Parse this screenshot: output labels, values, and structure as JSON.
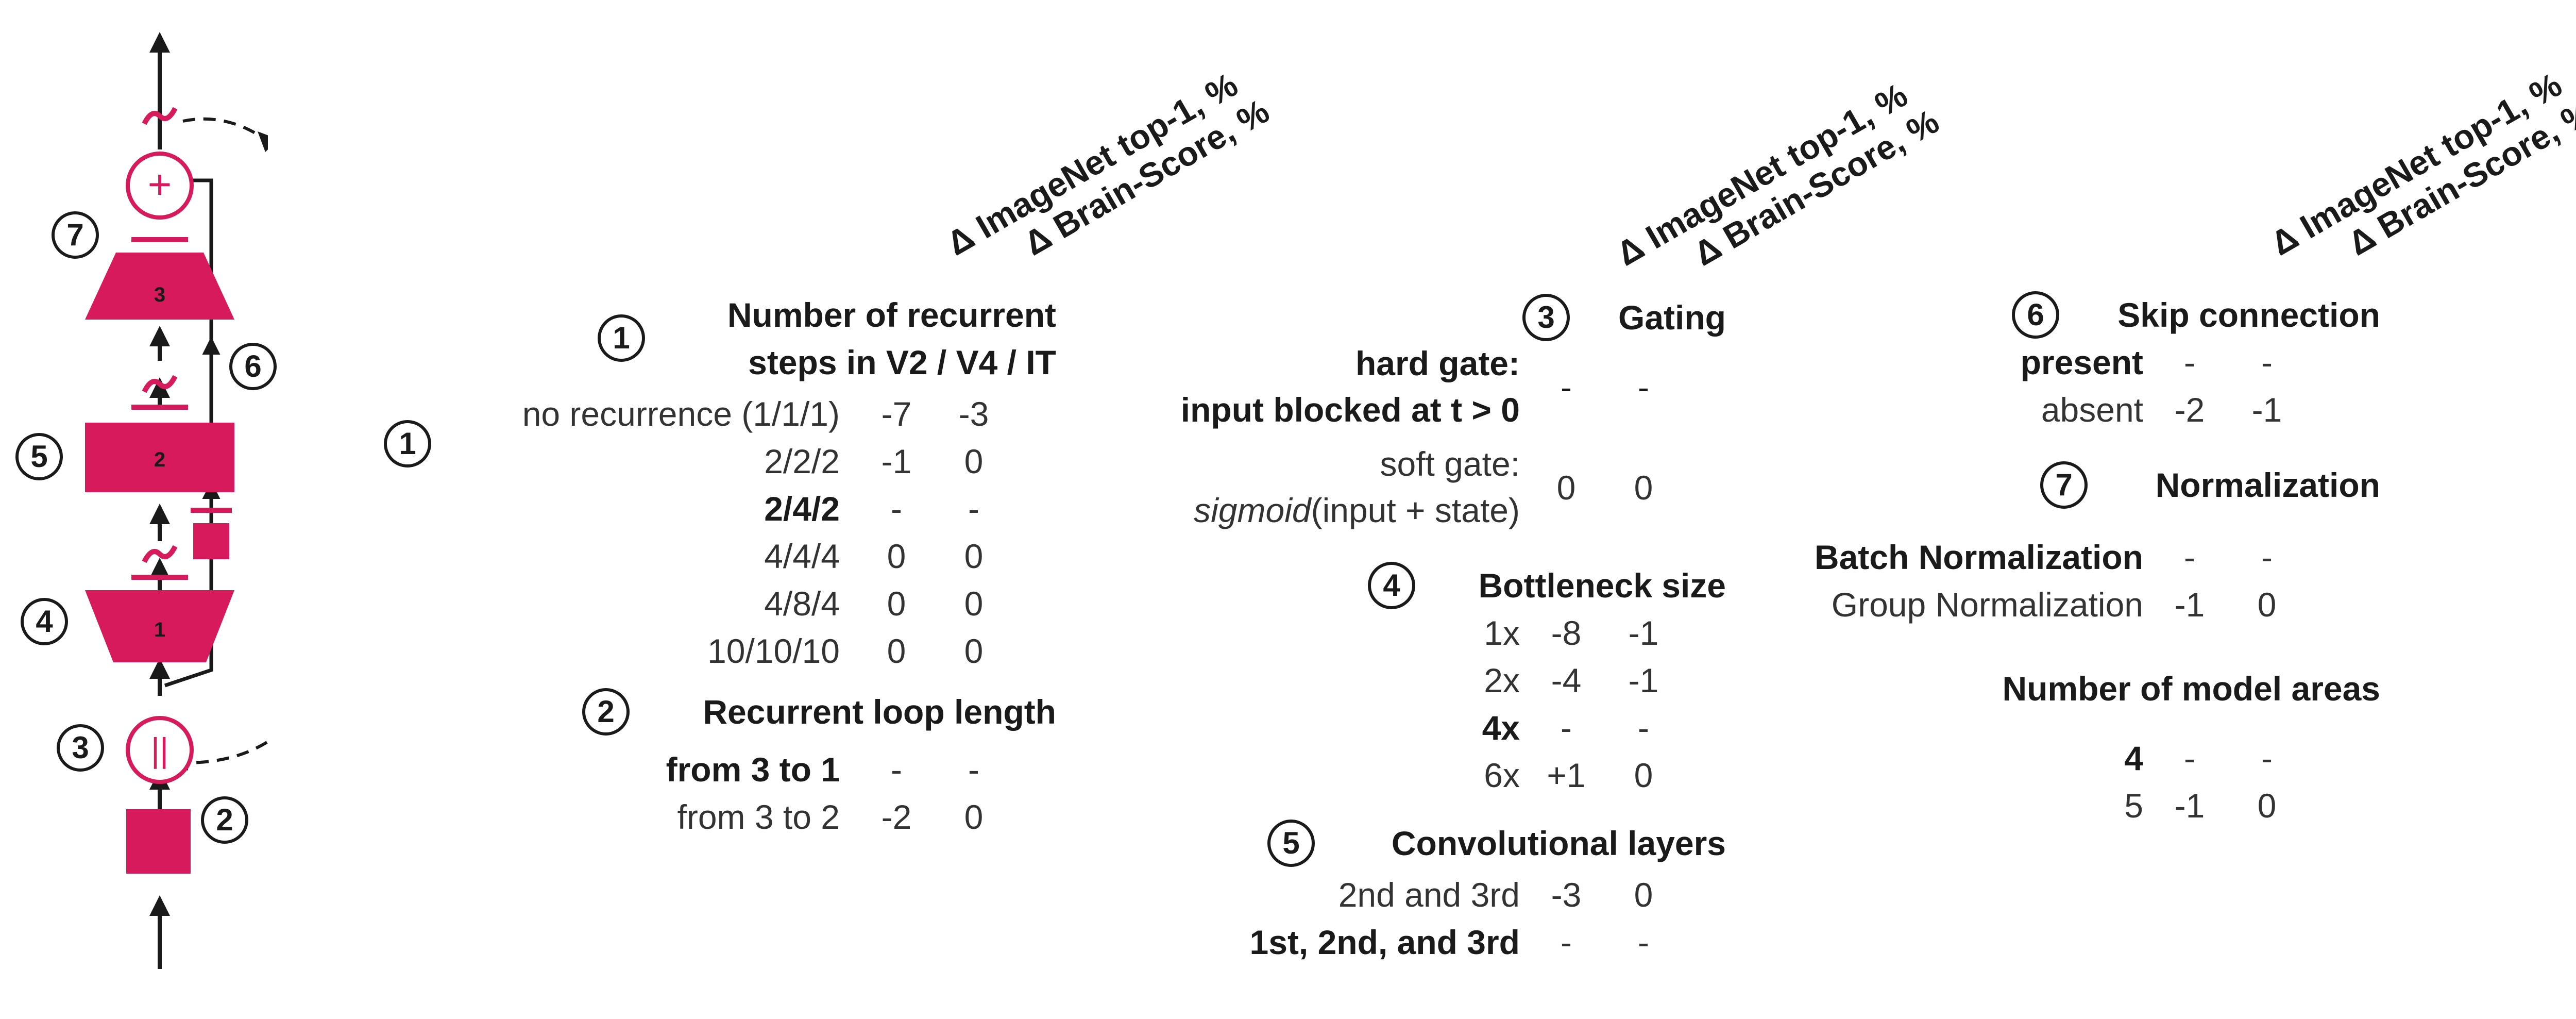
{
  "colors": {
    "accent": "#d61a5c",
    "ink": "#1a1a1a",
    "text": "#333333"
  },
  "headers": {
    "imagenet": "Δ ImageNet top-1, %",
    "brainscore": "Δ Brain-Score, %"
  },
  "diagram": {
    "markers": [
      "1",
      "2",
      "3",
      "4",
      "5",
      "6",
      "7"
    ],
    "blocks": [
      "1",
      "2",
      "3"
    ],
    "ops": {
      "sum": "+",
      "gate": "||"
    }
  },
  "sections": [
    {
      "num": "1",
      "title_line1": "Number of recurrent",
      "title_line2": "steps in V2 / V4 / IT",
      "rows": [
        {
          "label": "no recurrence (1/1/1)",
          "imagenet": "-7",
          "brainscore": "-3"
        },
        {
          "label": "2/2/2",
          "imagenet": "-1",
          "brainscore": "0"
        },
        {
          "label": "2/4/2",
          "imagenet": "-",
          "brainscore": "-"
        },
        {
          "label": "4/4/4",
          "imagenet": "0",
          "brainscore": "0"
        },
        {
          "label": "4/8/4",
          "imagenet": "0",
          "brainscore": "0"
        },
        {
          "label": "10/10/10",
          "imagenet": "0",
          "brainscore": "0"
        }
      ]
    },
    {
      "num": "2",
      "title": "Recurrent loop length",
      "rows": [
        {
          "label": "from 3 to 1",
          "imagenet": "-",
          "brainscore": "-"
        },
        {
          "label": "from 3 to 2",
          "imagenet": "-2",
          "brainscore": "0"
        }
      ]
    },
    {
      "num": "3",
      "title": "Gating",
      "rows": [
        {
          "label_line1": "hard gate:",
          "label_line2": "input blocked at t > 0",
          "imagenet": "-",
          "brainscore": "-"
        },
        {
          "label_line1": "soft gate:",
          "label_line2_italic": "sigmoid",
          "label_line2_rest": "(input + state)",
          "imagenet": "0",
          "brainscore": "0"
        }
      ]
    },
    {
      "num": "4",
      "title": "Bottleneck size",
      "rows": [
        {
          "label": "1x",
          "imagenet": "-8",
          "brainscore": "-1"
        },
        {
          "label": "2x",
          "imagenet": "-4",
          "brainscore": "-1"
        },
        {
          "label": "4x",
          "imagenet": "-",
          "brainscore": "-"
        },
        {
          "label": "6x",
          "imagenet": "+1",
          "brainscore": "0"
        }
      ]
    },
    {
      "num": "5",
      "title": "Convolutional layers",
      "rows": [
        {
          "label": "2nd and 3rd",
          "imagenet": "-3",
          "brainscore": "0"
        },
        {
          "label": "1st, 2nd, and 3rd",
          "imagenet": "-",
          "brainscore": "-"
        }
      ]
    },
    {
      "num": "6",
      "title": "Skip connection",
      "rows": [
        {
          "label": "present",
          "imagenet": "-",
          "brainscore": "-"
        },
        {
          "label": "absent",
          "imagenet": "-2",
          "brainscore": "-1"
        }
      ]
    },
    {
      "num": "7",
      "title": "Normalization",
      "rows": [
        {
          "label": "Batch Normalization",
          "imagenet": "-",
          "brainscore": "-"
        },
        {
          "label": "Group Normalization",
          "imagenet": "-1",
          "brainscore": "0"
        }
      ]
    },
    {
      "title": "Number of model areas",
      "rows": [
        {
          "label": "4",
          "imagenet": "-",
          "brainscore": "-"
        },
        {
          "label": "5",
          "imagenet": "-1",
          "brainscore": "0"
        }
      ]
    }
  ]
}
